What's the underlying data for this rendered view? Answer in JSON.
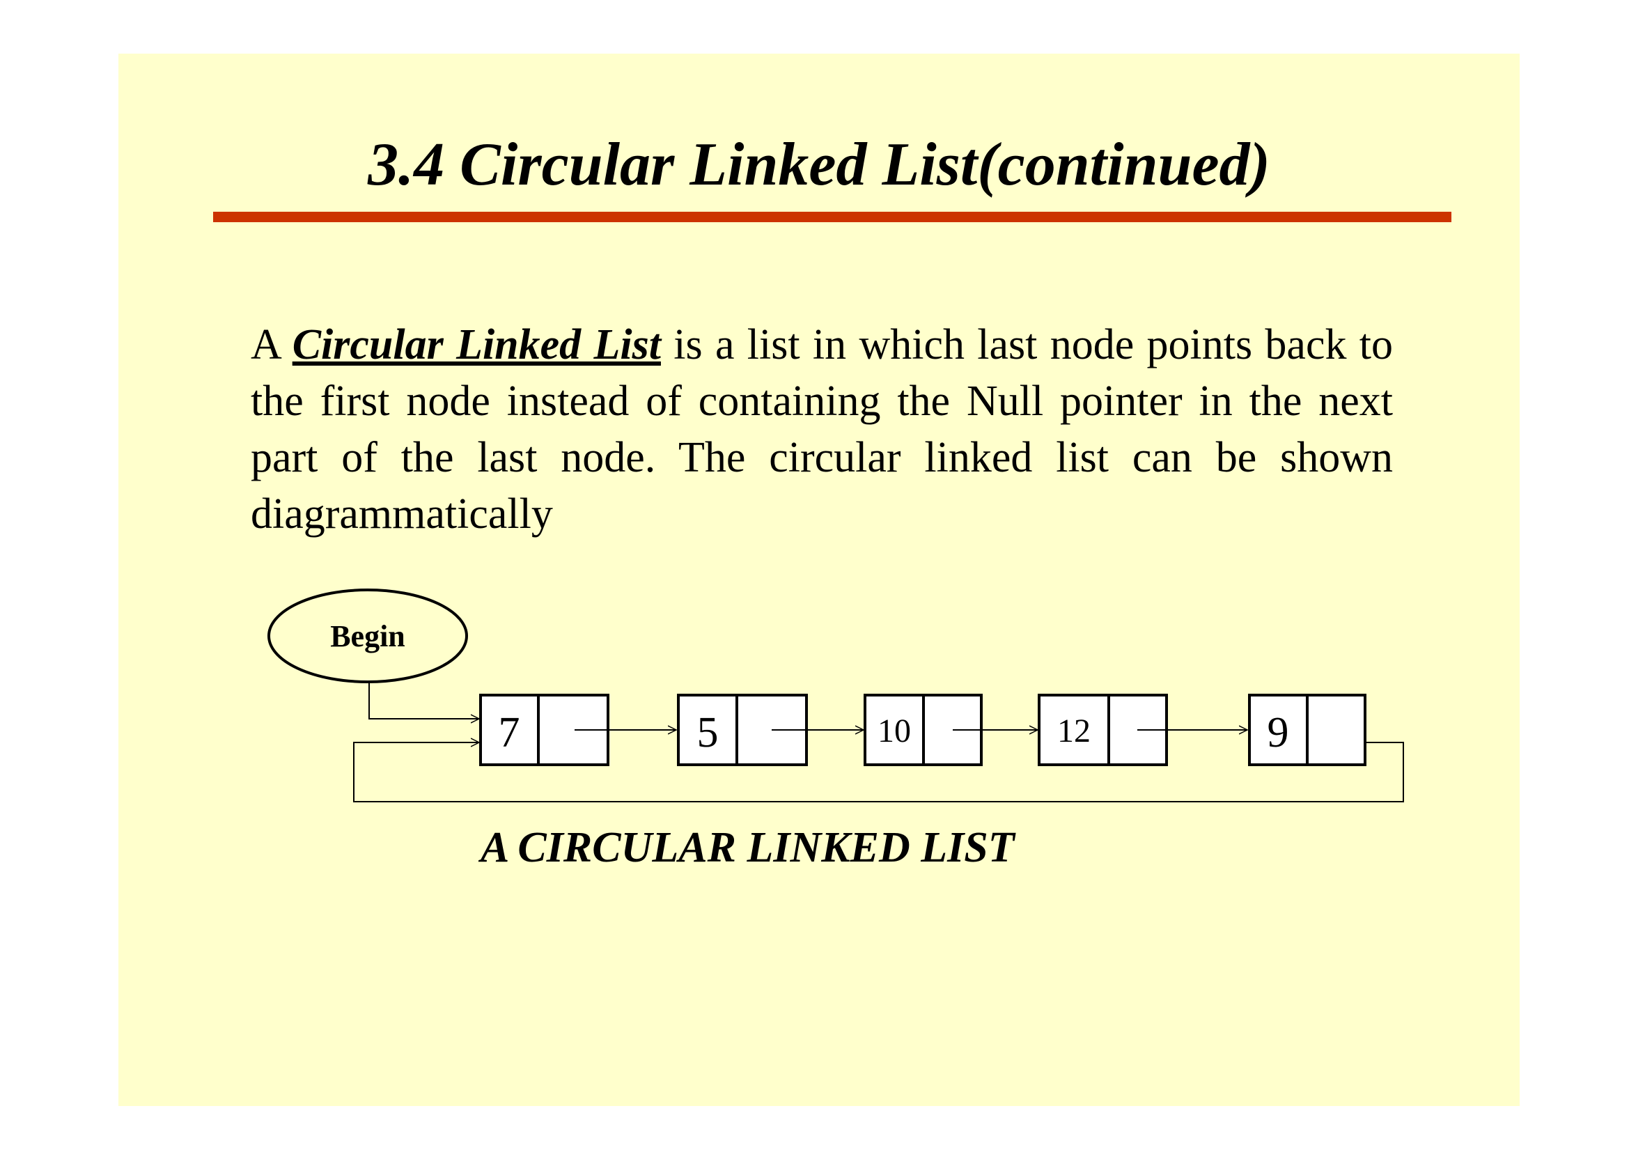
{
  "slide": {
    "title": "3.4 Circular Linked List(continued)",
    "paragraph": {
      "lead": "A",
      "term": "Circular Linked List",
      "rest": "is a list in which last node points back to the first node instead of containing the Null pointer in the next part of the last node. The circular linked list can be shown diagrammatically"
    },
    "caption": "A CIRCULAR LINKED LIST"
  },
  "diagram": {
    "begin_label": "Begin",
    "nodes": [
      {
        "value": "7"
      },
      {
        "value": "5"
      },
      {
        "value": "10"
      },
      {
        "value": "12"
      },
      {
        "value": "9"
      }
    ]
  },
  "colors": {
    "slide_background": "#ffffcc",
    "title_rule": "#cc3300",
    "text": "#000000"
  }
}
